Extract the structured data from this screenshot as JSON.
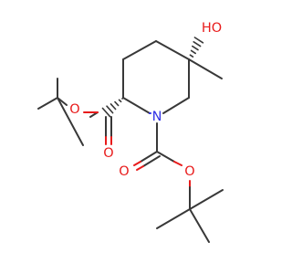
{
  "molecule": {
    "atoms": {
      "hydroxyl_oxygen": {
        "symbol": "O",
        "hydrogens": "H",
        "color": "#e81b1b"
      },
      "ring_nitrogen": {
        "symbol": "N",
        "color": "#3232e6"
      },
      "ester_carbonyl_oxygen": {
        "symbol": "O",
        "color": "#e81b1b"
      },
      "ester_ether_oxygen": {
        "symbol": "O",
        "color": "#e81b1b"
      },
      "carbamate_carbonyl_oxygen": {
        "symbol": "O",
        "color": "#e81b1b"
      },
      "carbamate_ether_oxygen": {
        "symbol": "O",
        "color": "#e81b1b"
      }
    },
    "colors": {
      "bond": "#383838",
      "oxygen": "#e81b1b",
      "nitrogen": "#3232e6",
      "background": "#ffffff"
    }
  }
}
